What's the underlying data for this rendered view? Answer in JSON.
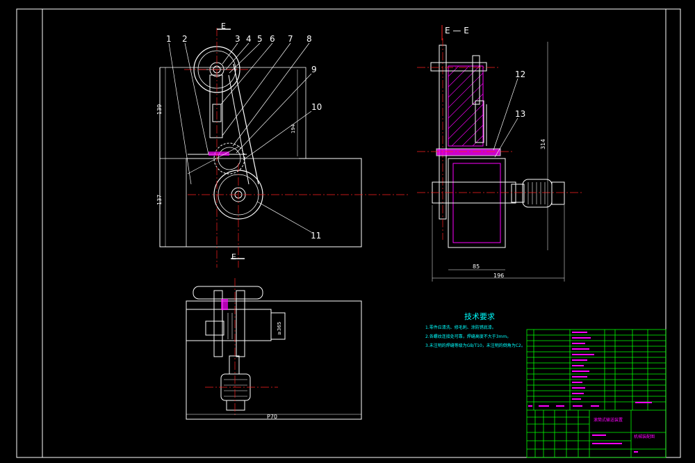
{
  "drawing": {
    "part_numbers": [
      "1",
      "2",
      "3",
      "4",
      "5",
      "6",
      "7",
      "8",
      "9",
      "10",
      "11",
      "12",
      "13"
    ],
    "section_label_top": "E",
    "section_label_bottom": "E",
    "section_view_title": "E — E",
    "dimensions": {
      "height_upper": "139",
      "height_lower": "137",
      "height_belt": "194",
      "side_height": "314",
      "side_width_inner": "85",
      "side_width_outer": "196",
      "plan_width": "P70",
      "plan_small": "≥365"
    }
  },
  "technical_requirements": {
    "title": "技术要求",
    "items": [
      "1.零件应清洗、修毛刺、涂防锈底漆。",
      "2.各螺纹连接处可靠，焊缝高度不大于3mm。",
      "3.未注明的焊缝等级为GB/T10，未注明的倒角为C2。"
    ]
  },
  "title_block": {
    "drawing_name": "滚筒式输送装置",
    "school": "机械装配图"
  },
  "colors": {
    "background": "#000000",
    "frame": "#ffffff",
    "centerline": "#ff2020",
    "geometry": "#ffffff",
    "leader": "#ffffff",
    "hatch": "#ff00ff",
    "title_grid": "#00ff00",
    "dim_text": "#ffffff",
    "tech_title": "#00ffff",
    "tech_text": "#00ffff"
  }
}
